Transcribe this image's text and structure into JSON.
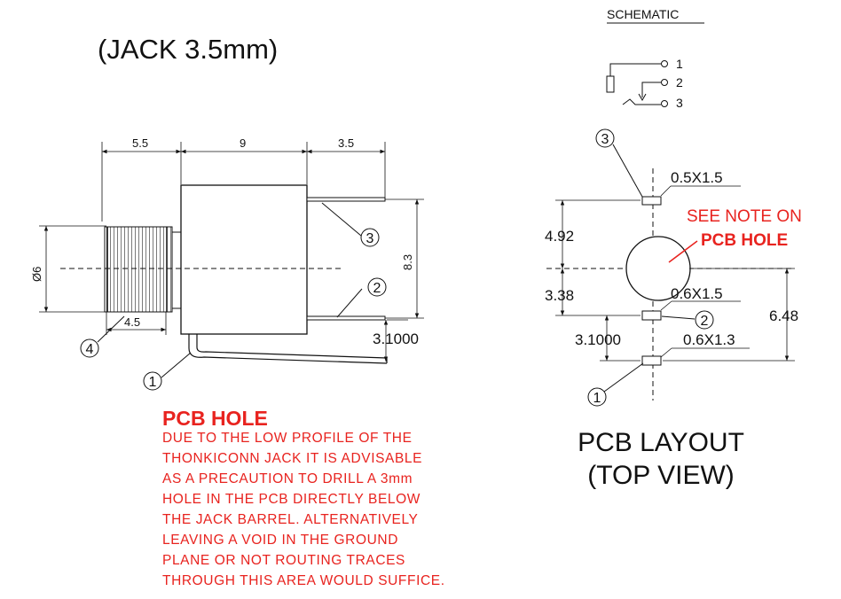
{
  "title": "(JACK 3.5mm)",
  "schematic": {
    "label": "SCHEMATIC",
    "pins": [
      "1",
      "2",
      "3"
    ]
  },
  "side_view": {
    "dimensions": {
      "top_left": "5.5",
      "top_mid": "9",
      "top_right": "3.5",
      "height": "8.3",
      "diameter": "Ø6",
      "thread": "4.5",
      "pin_offset": "3.1000"
    },
    "callouts": [
      "1",
      "2",
      "3",
      "4"
    ]
  },
  "pcb_layout": {
    "title_line1": "PCB LAYOUT",
    "title_line2": "(TOP VIEW)",
    "pad_label_3": "0.5X1.5",
    "pad_label_2": "0.6X1.5",
    "pad_label_1": "0.6X1.3",
    "dim_4_92": "4.92",
    "dim_3_38": "3.38",
    "dim_3_1000": "3.1000",
    "dim_6_48": "6.48",
    "see_note": "SEE NOTE ON",
    "pcb_hole_ref": "PCB HOLE",
    "callouts": [
      "3",
      "2",
      "1"
    ]
  },
  "pcb_hole_note": {
    "heading": "PCB HOLE",
    "lines": [
      "DUE TO THE LOW PROFILE OF THE",
      "THONKICONN JACK IT IS ADVISABLE",
      "AS A PRECAUTION TO DRILL A 3mm",
      "HOLE IN THE PCB DIRECTLY BELOW",
      "THE JACK BARREL. ALTERNATIVELY",
      "LEAVING A VOID IN THE GROUND",
      "PLANE OR NOT ROUTING TRACES",
      "THROUGH THIS AREA WOULD SUFFICE."
    ]
  },
  "colors": {
    "accent_red": "#e8231f",
    "line": "#111111"
  }
}
